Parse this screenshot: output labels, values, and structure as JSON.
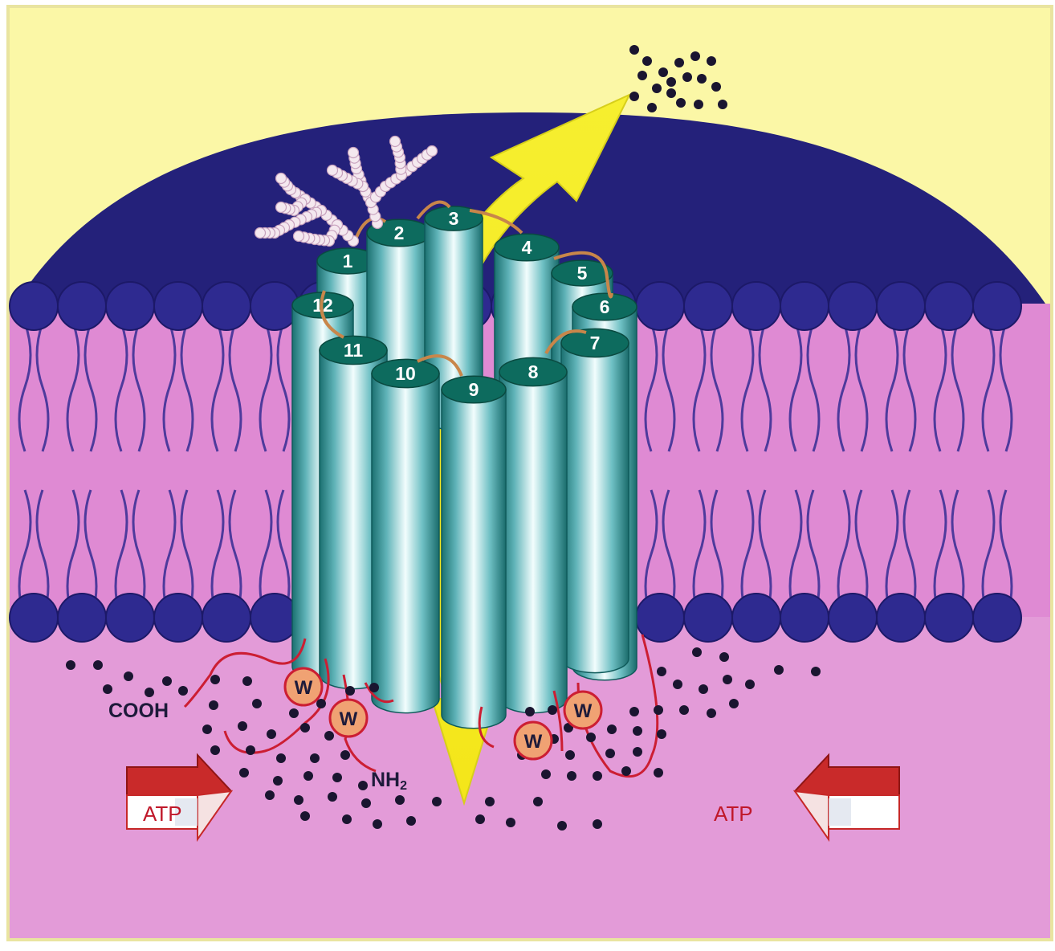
{
  "diagram": {
    "helix_labels": [
      "1",
      "2",
      "3",
      "4",
      "5",
      "6",
      "7",
      "8",
      "9",
      "10",
      "11",
      "12"
    ],
    "terminal_labels": {
      "cooh": "COOH",
      "nh2": "NH2",
      "nh2_subscript": "2"
    },
    "tryptophan_label": "W",
    "atp_label": "ATP",
    "colors": {
      "background": "#fbf7a6",
      "frame": "#e9e4a0",
      "cap": "#24217a",
      "head_group": "#2e2a90",
      "lipid_tail": "#4e3a9c",
      "membrane": "#df8ad3",
      "cytoplasm": "#e39bd8",
      "helix_light": "#eafbfb",
      "helix_dark": "#1f7e7e",
      "helix_top": "#0d6b5e",
      "arrow": "#f7ee2a",
      "loop": "#cc1e33",
      "substrate_dot": "#1a1530",
      "w_circle": "#f0a273",
      "atp_arrow": "#c92a2a",
      "glycan_bead": "#f4e8ef"
    }
  }
}
